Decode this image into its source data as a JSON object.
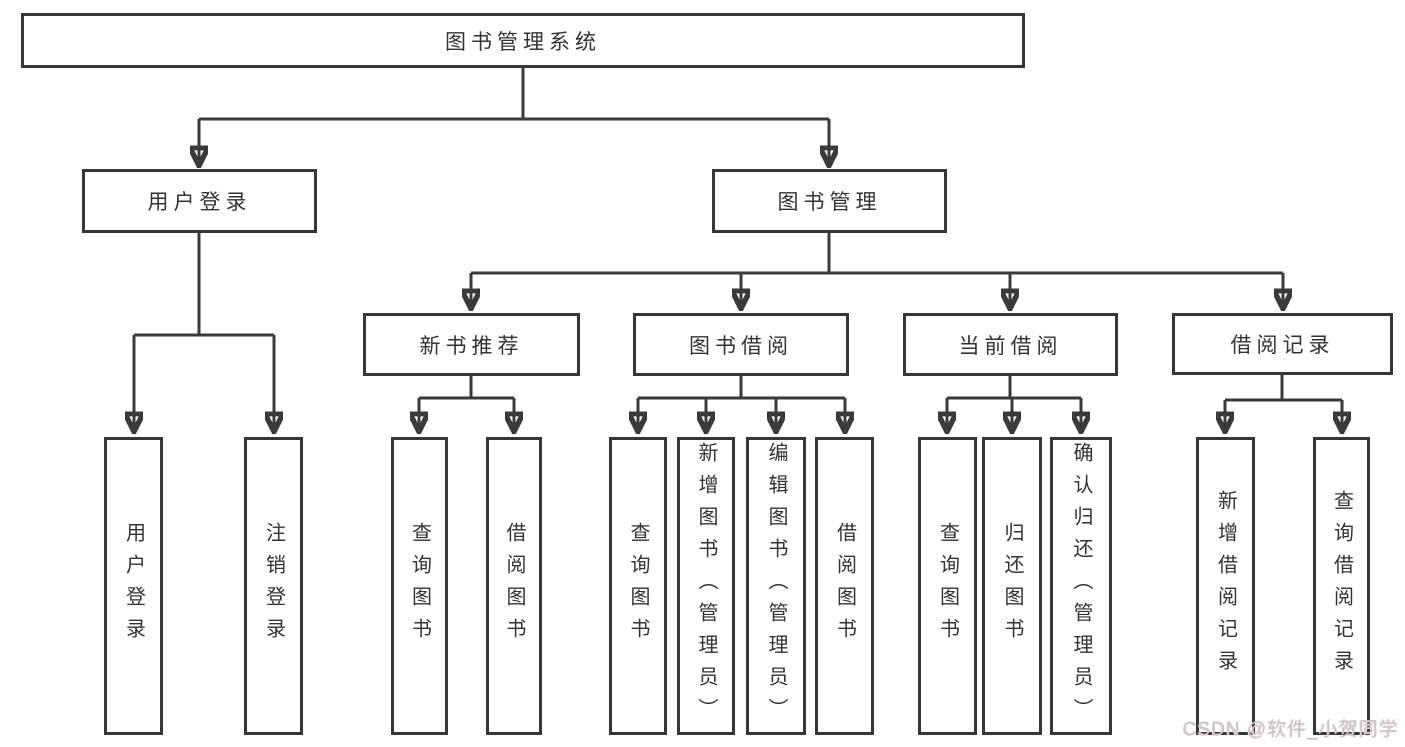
{
  "diagram": {
    "type": "hierarchy-tree",
    "colors": {
      "line": "#3a3a3a",
      "box_border": "#363636",
      "box_fill": "#ffffff",
      "text": "#333333",
      "watermark_text": "#c6c6c6"
    },
    "watermark": "CSDN @软件_小贺同学",
    "tree": {
      "root": {
        "label": "图书管理系统",
        "children": [
          {
            "label": "用户登录",
            "children": [
              {
                "label": "用户登录"
              },
              {
                "label": "注销登录"
              }
            ]
          },
          {
            "label": "图书管理",
            "children": [
              {
                "label": "新书推荐",
                "children": [
                  {
                    "label": "查询图书"
                  },
                  {
                    "label": "借阅图书"
                  }
                ]
              },
              {
                "label": "图书借阅",
                "children": [
                  {
                    "label": "查询图书"
                  },
                  {
                    "label": "新增图书（管理员）"
                  },
                  {
                    "label": "编辑图书（管理员）"
                  },
                  {
                    "label": "借阅图书"
                  }
                ]
              },
              {
                "label": "当前借阅",
                "children": [
                  {
                    "label": "查询图书"
                  },
                  {
                    "label": "归还图书"
                  },
                  {
                    "label": "确认归还（管理员）"
                  }
                ]
              },
              {
                "label": "借阅记录",
                "children": [
                  {
                    "label": "新增借阅记录"
                  },
                  {
                    "label": "查询借阅记录"
                  }
                ]
              }
            ]
          }
        ]
      }
    }
  }
}
